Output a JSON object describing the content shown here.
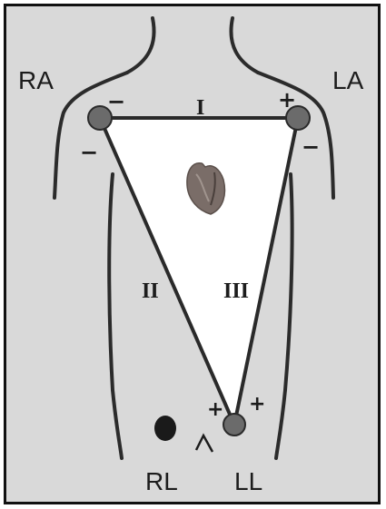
{
  "limb_labels": {
    "right_arm": "RA",
    "left_arm": "LA",
    "right_leg": "RL",
    "left_leg": "LL"
  },
  "lead_labels": {
    "lead_1": "I",
    "lead_2": "II",
    "lead_3": "III"
  },
  "polarity": {
    "ra_lead1": "−",
    "la_lead1": "+",
    "ra_lead2": "−",
    "la_lead3": "−",
    "ll_lead2": "+",
    "ll_lead3": "+"
  },
  "colors": {
    "background": "#d9d9d9",
    "triangle_fill": "#ffffff",
    "line": "#2a2a2a",
    "electrode": "#6b6b6b",
    "heart": "#7a6d68"
  },
  "icons": {
    "heart": "heart-icon",
    "ground_electrode": "electrode-dot"
  }
}
